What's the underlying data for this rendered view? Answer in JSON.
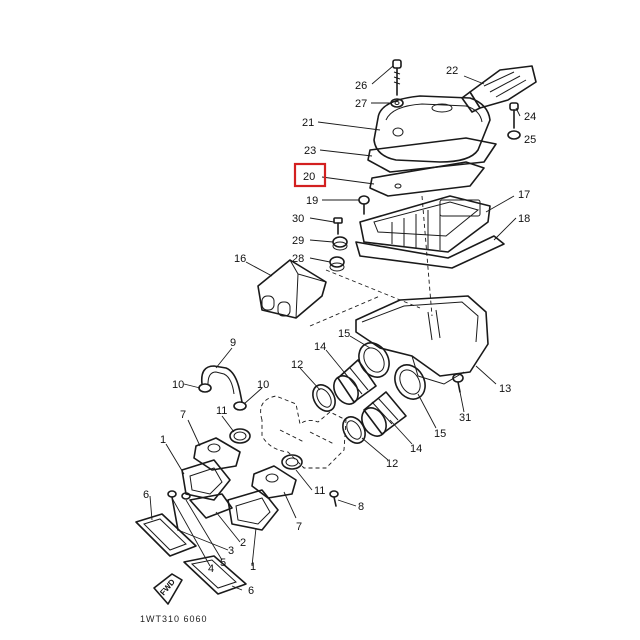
{
  "highlight_color": "#d32020",
  "callouts": [
    {
      "label": "26"
    },
    {
      "label": "22"
    },
    {
      "label": "27"
    },
    {
      "label": "24"
    },
    {
      "label": "21"
    },
    {
      "label": "25"
    },
    {
      "label": "23"
    },
    {
      "label": "20"
    },
    {
      "label": "17"
    },
    {
      "label": "19"
    },
    {
      "label": "18"
    },
    {
      "label": "30"
    },
    {
      "label": "29"
    },
    {
      "label": "16"
    },
    {
      "label": "28"
    },
    {
      "label": "15"
    },
    {
      "label": "9"
    },
    {
      "label": "14"
    },
    {
      "label": "12"
    },
    {
      "label": "13"
    },
    {
      "label": "10"
    },
    {
      "label": "10"
    },
    {
      "label": "11"
    },
    {
      "label": "31"
    },
    {
      "label": "7"
    },
    {
      "label": "15"
    },
    {
      "label": "1"
    },
    {
      "label": "14"
    },
    {
      "label": "12"
    },
    {
      "label": "11"
    },
    {
      "label": "6"
    },
    {
      "label": "8"
    },
    {
      "label": "7"
    },
    {
      "label": "2"
    },
    {
      "label": "3"
    },
    {
      "label": "1"
    },
    {
      "label": "5"
    },
    {
      "label": "4"
    },
    {
      "label": "6"
    }
  ],
  "fwd_label": "FWD",
  "drawing_code": "1WT310 6060"
}
